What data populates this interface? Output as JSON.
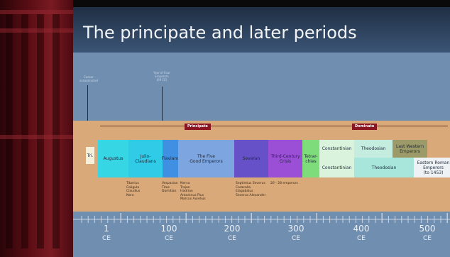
{
  "title": "The principate and later periods",
  "eras": {
    "principate": "Principate",
    "dominate": "Dominate"
  },
  "markers": {
    "caesar": "Caesar\nassassinated",
    "four_emperors": "Year of Four\nEmperors\n(69 CE)"
  },
  "segments": [
    {
      "label": "Tri.",
      "color": "#f4f0dc"
    },
    {
      "label": "Augustus",
      "color": "#36d6e4"
    },
    {
      "label": "Julio-\nClaudians",
      "color": "#30cbe6"
    },
    {
      "label": "Flavians",
      "color": "#3f8fe2"
    },
    {
      "label": "The Five\nGood Emperors",
      "color": "#7da5e0"
    },
    {
      "label": "Severan",
      "color": "#6651c8"
    },
    {
      "label": "Third-Century\nCrisis",
      "color": "#9a4fd6"
    },
    {
      "label": "Tetrar-\nchies",
      "color": "#7fdc7a"
    },
    {
      "label": "Constantinian",
      "color": "#d9f3dc"
    },
    {
      "label": "Theodosian",
      "color": "#c4eddf"
    },
    {
      "label": "Last Western\nEmperors",
      "color": "#9d9a6a"
    },
    {
      "label": "Constantinian",
      "color": "#d9f3dc"
    },
    {
      "label": "Theodosian",
      "color": "#a8e6dc"
    },
    {
      "label": "Eastern Roman\nEmperors\n(to 1453)",
      "color": "#eef2f4"
    }
  ],
  "notes": {
    "julio": "Tiberius\nCaligula\nClaudius\nNero",
    "flavian": "Vespasian\nTitus\nDomitian",
    "five_good": "Nerva\nTrajan\nHadrian\nAntoninus Pius\nMarcus Aurelius",
    "severan": "Septimius Severus\nCaracalla\nElagabalus\nSeverus Alexander",
    "crisis": "26 - 28 emperors"
  },
  "ruler": {
    "years": [
      "1",
      "100",
      "200",
      "300",
      "400",
      "500"
    ],
    "unit": "CE"
  }
}
